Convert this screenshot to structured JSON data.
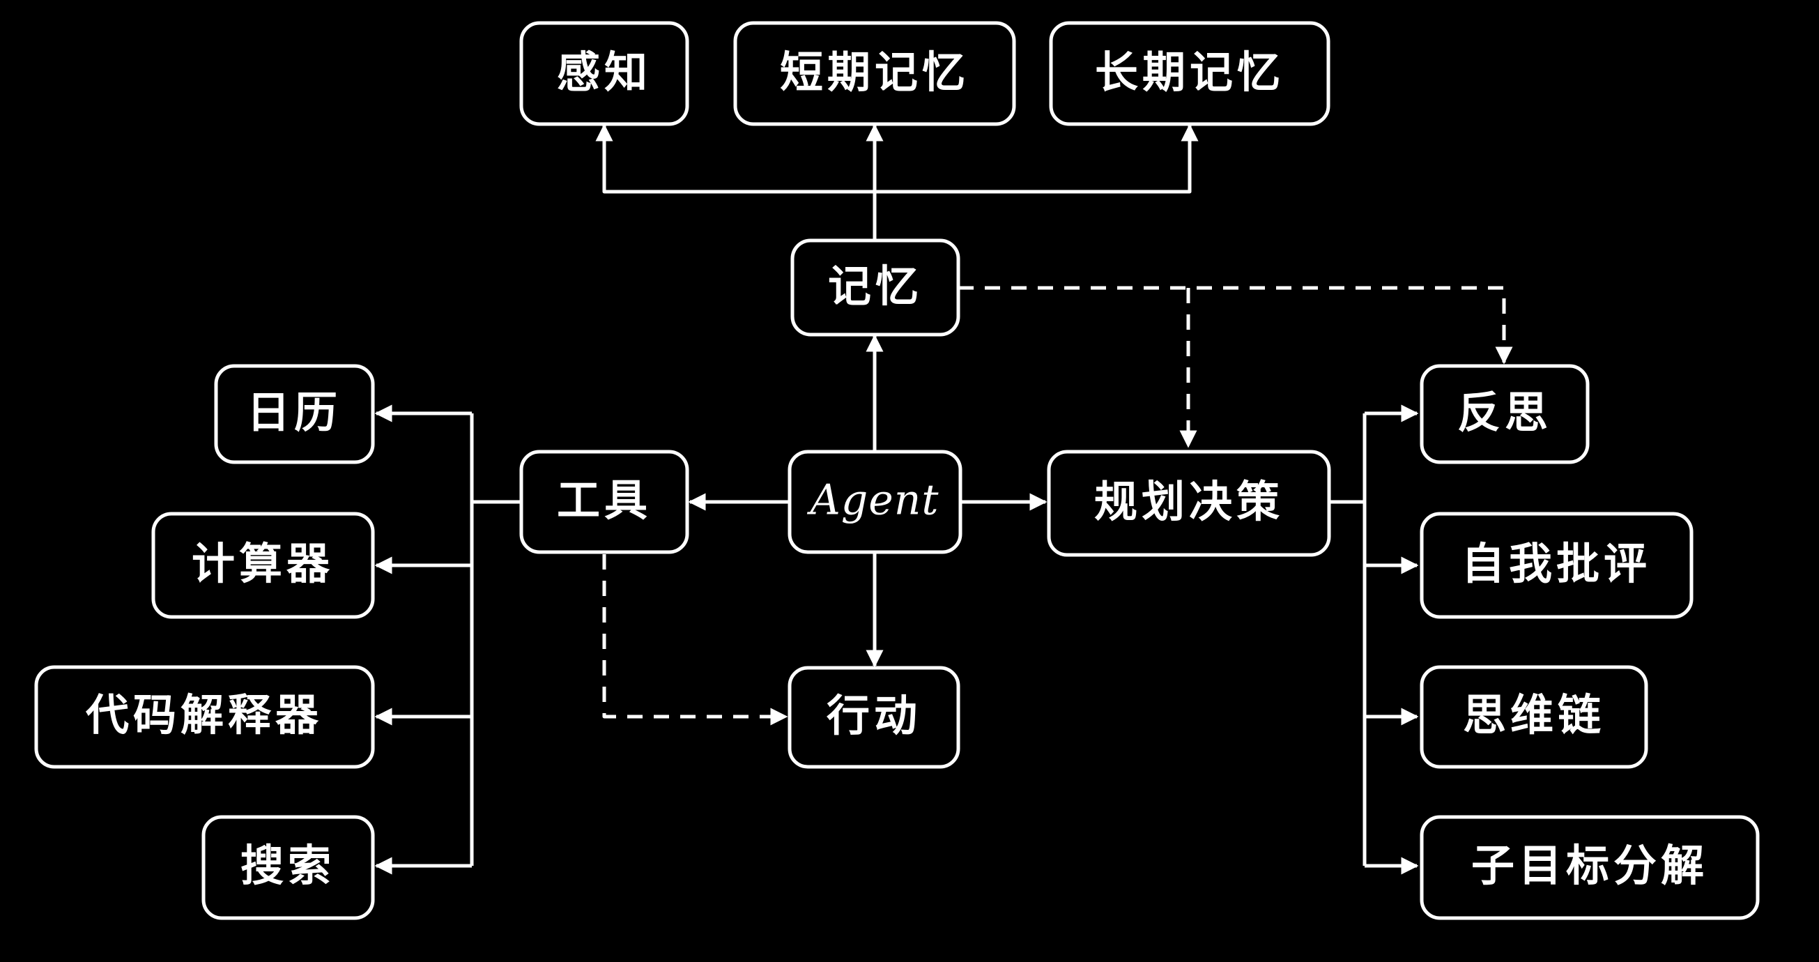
{
  "diagram": {
    "nodes": {
      "perception": "感知",
      "short_term_memory": "短期记忆",
      "long_term_memory": "长期记忆",
      "memory": "记忆",
      "agent": "Agent",
      "tools": "工具",
      "planning": "规划决策",
      "action": "行动",
      "calendar": "日历",
      "calculator": "计算器",
      "code_interpreter": "代码解释器",
      "search": "搜索",
      "reflection": "反思",
      "self_critique": "自我批评",
      "chain_of_thought": "思维链",
      "subgoal_decomposition": "子目标分解"
    },
    "colors": {
      "background": "#000000",
      "foreground": "#ffffff"
    }
  }
}
